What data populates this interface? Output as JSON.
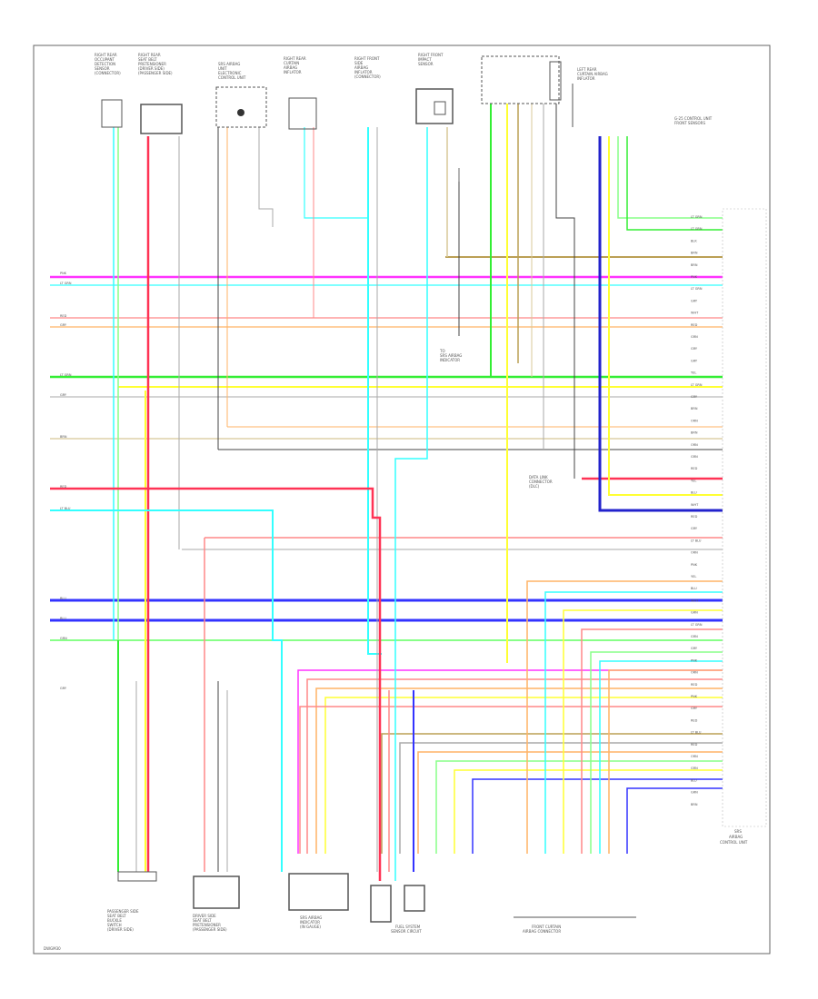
{
  "footer": {
    "page_code": "DWGM30"
  },
  "top_components": [
    {
      "id": "c1",
      "lines": [
        "RIGHT REAR",
        "OCCUPANT",
        "DETECTION",
        "SENSOR",
        "(CONNECTOR)"
      ]
    },
    {
      "id": "c2",
      "lines": [
        "RIGHT REAR",
        "SEAT BELT",
        "PRETENSIONER",
        "(DRIVER SIDE)",
        "(PASSENGER SIDE)"
      ]
    },
    {
      "id": "c3",
      "lines": [
        "SRS AIRBAG",
        "UNIT",
        "ELECTRONIC",
        "CONTROL UNIT"
      ]
    },
    {
      "id": "c4",
      "lines": [
        "RIGHT REAR",
        "CURTAIN",
        "AIRBAG",
        "INFLATOR"
      ]
    },
    {
      "id": "c5",
      "lines": [
        "RIGHT FRONT",
        "SIDE",
        "AIRBAG",
        "INFLATOR",
        "(CONNECTOR)"
      ]
    },
    {
      "id": "c6",
      "lines": [
        "RIGHT FRONT",
        "IMPACT",
        "SENSOR"
      ]
    },
    {
      "id": "c7",
      "lines": [
        "LEFT REAR",
        "CURTAIN AIRBAG",
        "INFLATOR"
      ]
    }
  ],
  "top_right_label": [
    "G-25 CONTROL UNIT",
    "FRONT SENSORS"
  ],
  "right_box_label": [
    "SRS",
    "AIRBAG",
    "CONTROL UNIT"
  ],
  "mid_labels": [
    {
      "id": "m1",
      "lines": [
        "TO",
        "SRS AIRBAG",
        "INDICATOR"
      ]
    },
    {
      "id": "m2",
      "lines": [
        "DATA LINK",
        "CONNECTOR",
        "(DLC)"
      ]
    }
  ],
  "bottom_components": [
    {
      "id": "b1",
      "lines": [
        "PASSENGER SIDE",
        "SEAT BELT",
        "BUCKLE",
        "SWITCH",
        "(DRIVER SIDE)"
      ]
    },
    {
      "id": "b2",
      "lines": [
        "DRIVER SIDE",
        "SEAT BELT",
        "PRETENSIONER",
        "(PASSENGER SIDE)"
      ]
    },
    {
      "id": "b3",
      "lines": [
        "SRS AIRBAG",
        "INDICATOR",
        "(IN GAUGE)"
      ]
    },
    {
      "id": "b4",
      "lines": [
        "FUEL SYSTEM",
        "SENSOR CIRCUIT"
      ]
    },
    {
      "id": "b5",
      "lines": [
        "FRONT CURTAIN",
        "AIRBAG CONNECTOR"
      ]
    }
  ],
  "left_wire_labels": [
    "PNK",
    "LT GRN",
    "RED",
    "GRY",
    "LT GRN",
    "GRY",
    "BRN",
    "RED",
    "LT BLU",
    "BLU",
    "BLU",
    "GRN",
    "GRY"
  ],
  "right_pin_labels": [
    "LT GRN",
    "LT GRN",
    "BLK",
    "BRN",
    "BRN",
    "PNK",
    "LT GRN",
    "GRY",
    "WHT",
    "RED",
    "GRN",
    "GRY",
    "GRY",
    "YEL",
    "LT GRN",
    "GRY",
    "BRN",
    "ORN",
    "BRN",
    "ORN",
    "GRN",
    "RED",
    "YEL",
    "BLU",
    "WHT",
    "RED",
    "GRY",
    "LT BLU",
    "ORN",
    "PNK",
    "YEL",
    "BLU",
    "WHT",
    "GRN",
    "LT GRN",
    "GRN",
    "GRY",
    "PNK",
    "ORN",
    "RED",
    "PNK",
    "GRY",
    "RED",
    "LT BLU",
    "RED",
    "ORN",
    "GRN",
    "BLU",
    "GRN",
    "BRN"
  ],
  "colors": {
    "pink": "#ff33ff",
    "lightblue": "#33ffff",
    "red": "#ff3355",
    "salmon": "#ff8888",
    "green": "#33ee33",
    "lightgreen": "#88ff88",
    "yellow": "#ffff33",
    "orange": "#ffb366",
    "brown": "#bba055",
    "blue": "#3333ff",
    "darkblue": "#2222cc",
    "gray": "#aaaaaa",
    "black": "#444444",
    "tan": "#d8c898"
  }
}
